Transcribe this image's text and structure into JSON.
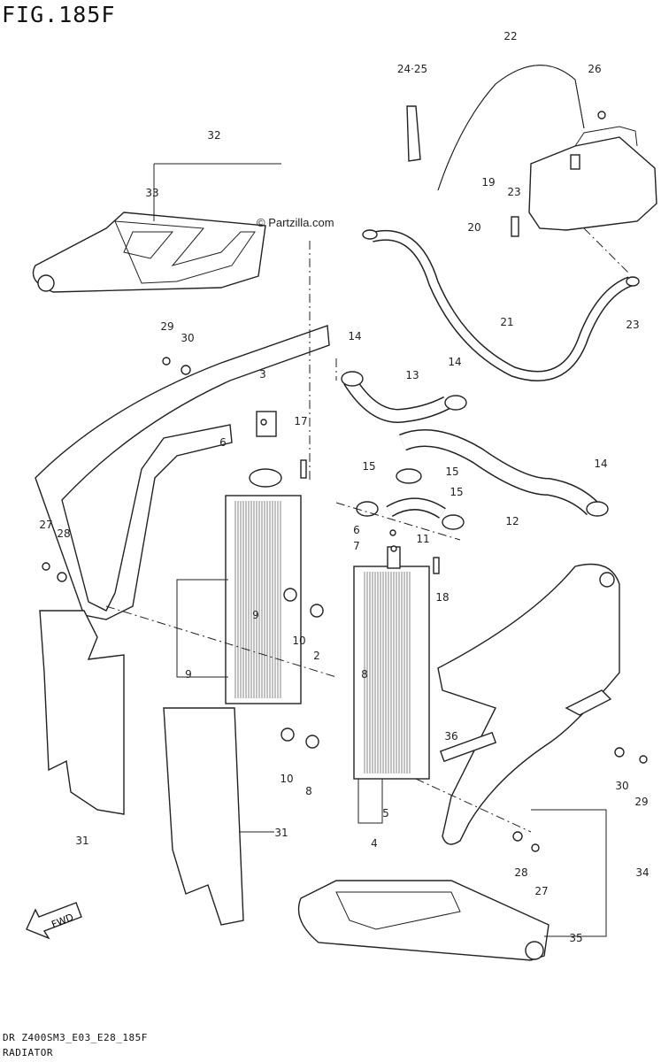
{
  "figure": {
    "title": "FIG.185F",
    "code": "DR Z400SM3_E03_E28_185F",
    "caption": "RADIATOR",
    "watermark": "© Partzilla.com",
    "fwd_label": "FWD"
  },
  "callouts": [
    "22",
    "24·25",
    "26",
    "32",
    "19",
    "23",
    "33",
    "20",
    "21",
    "23",
    "29",
    "30",
    "14",
    "13",
    "14",
    "3",
    "17",
    "6",
    "15",
    "15",
    "15",
    "14",
    "27",
    "28",
    "6",
    "11",
    "12",
    "7",
    "18",
    "9",
    "8",
    "10",
    "2",
    "9",
    "36",
    "31",
    "10",
    "8",
    "30",
    "29",
    "5",
    "4",
    "31",
    "28",
    "27",
    "34",
    "35"
  ]
}
